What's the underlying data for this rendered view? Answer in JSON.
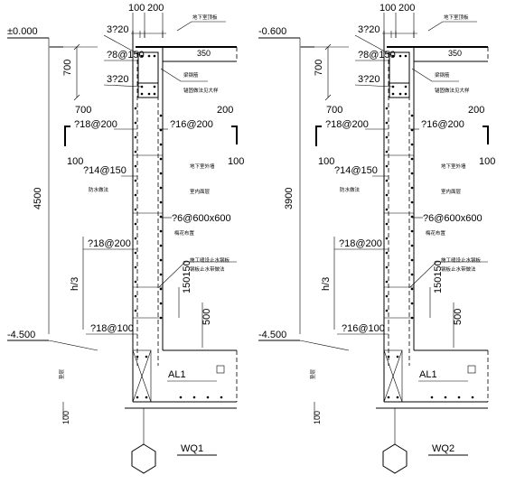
{
  "walls": [
    {
      "id": "WQ1",
      "top_elevation": "±0.000",
      "bottom_elevation": "-4.500",
      "dim_top": "100|200",
      "bars": {
        "top_main": "3?20",
        "top_stirrup": "?8@150",
        "mid_main": "3?20",
        "inner_vertical": "?18@200",
        "outer_vertical": "?16@200",
        "horizontal": "?14@150",
        "tie": "?6@600x600",
        "lower_vertical": "?18@200",
        "bottom_vertical": "?18@100",
        "bottom_spacing": "150|150"
      },
      "dims": {
        "d700": "700",
        "d350": "350",
        "d4500": "4500",
        "hook_700": "700",
        "hook_100": "100",
        "hook_200": "200",
        "hook_100b": "100",
        "h3": "h/3",
        "d500": "500",
        "d100": "100",
        "base_label": "垫层"
      },
      "notes": {
        "floor_slab": "地下室顶板",
        "beam_ref": "梁钢筋",
        "beam_detail": "锚固做法见大样",
        "outer_wall": "地下室外墙",
        "waterproof": "防水做法",
        "inner_face": "室内面层",
        "tie_arrangement": "梅花布置",
        "construction_joint": "施工缝设止水钢板",
        "joint_detail": "钢板止水带做法"
      },
      "footing_label": "AL1",
      "title": "WQ1"
    },
    {
      "id": "WQ2",
      "top_elevation": "-0.600",
      "bottom_elevation": "-4.500",
      "dim_top": "100|200",
      "bars": {
        "top_main": "3?20",
        "top_stirrup": "?8@150",
        "mid_main": "3?20",
        "inner_vertical": "?18@200",
        "outer_vertical": "?16@200",
        "horizontal": "?14@150",
        "tie": "?6@600x600",
        "lower_vertical": "?18@200",
        "bottom_vertical": "?16@100",
        "bottom_spacing": "150|150"
      },
      "dims": {
        "d700": "700",
        "d350": "350",
        "d4500": "3900",
        "hook_700": "700",
        "hook_100": "100",
        "hook_200": "200",
        "hook_100b": "100",
        "h3": "h/3",
        "d500": "500",
        "d100": "100",
        "base_label": "垫层"
      },
      "notes": {
        "floor_slab": "地下室顶板",
        "beam_ref": "梁钢筋",
        "beam_detail": "锚固做法见大样",
        "outer_wall": "地下室外墙",
        "waterproof": "防水做法",
        "inner_face": "室内面层",
        "tie_arrangement": "梅花布置",
        "construction_joint": "施工缝设止水钢板",
        "joint_detail": "钢板止水带做法"
      },
      "footing_label": "AL1",
      "title": "WQ2"
    }
  ]
}
